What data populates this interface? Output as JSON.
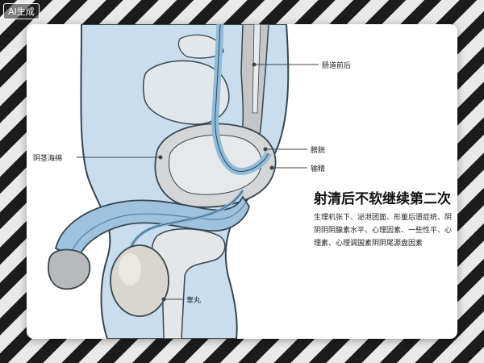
{
  "watermark": "AI生成",
  "labels": {
    "top_right": "肠道前后",
    "left": "阴茎海绵",
    "right_upper": "膀胱",
    "right_lower": "输精",
    "testis": "睾丸"
  },
  "title": "射清后不软继续第二次",
  "body_text": "生理机张下、泌泄团面、形董后遗症统、阴阴阴阴腺素水平、心理因素、一些性平、心理素、心理调国素阴阴尾源盘因素",
  "colors": {
    "skin": "#c9ddef",
    "tube_blue": "#8fbbd9",
    "gray_organ": "#c4c6c8",
    "outline": "#37474f"
  }
}
